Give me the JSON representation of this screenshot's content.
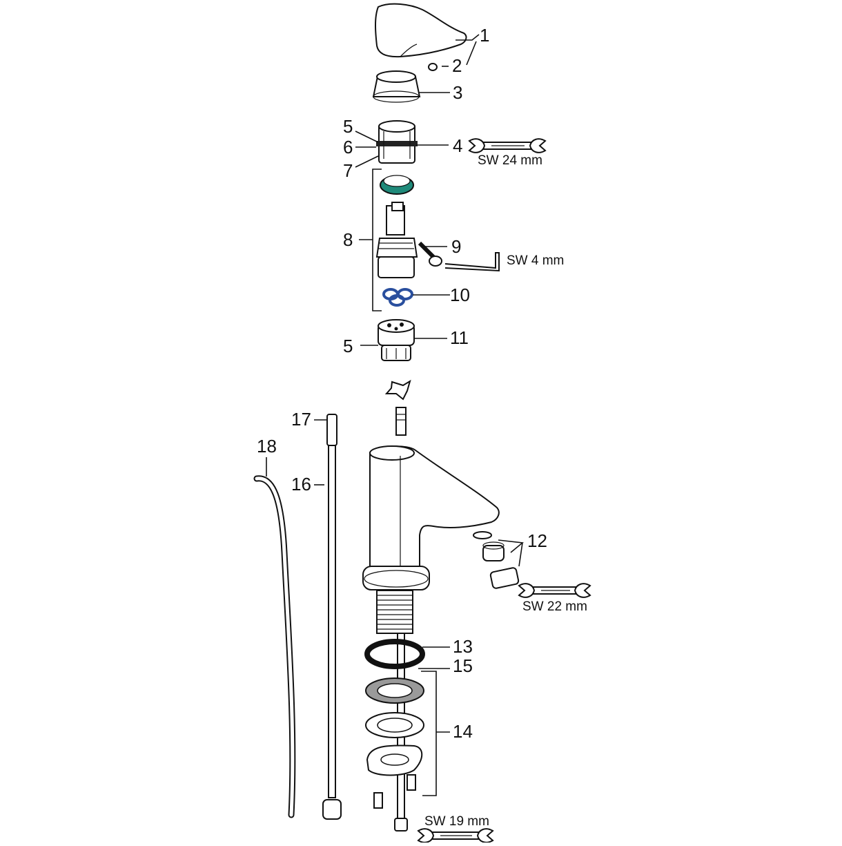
{
  "callouts": {
    "c1": "1",
    "c2": "2",
    "c3": "3",
    "c4": "4",
    "c5a": "5",
    "c6": "6",
    "c7": "7",
    "c8": "8",
    "c9": "9",
    "c10": "10",
    "c5b": "5",
    "c11": "11",
    "c12": "12",
    "c13": "13",
    "c14": "14",
    "c15": "15",
    "c16": "16",
    "c17": "17",
    "c18": "18"
  },
  "tools": {
    "wrench_24": "SW 24 mm",
    "allen_4": "SW 4 mm",
    "wrench_22": "SW 22 mm",
    "wrench_19": "SW 19 mm"
  },
  "colors": {
    "line": "#111111",
    "ring_green": "#1f8a7a",
    "oring_blue": "#2a4f9e",
    "washer_grey": "#9a9a9a"
  }
}
